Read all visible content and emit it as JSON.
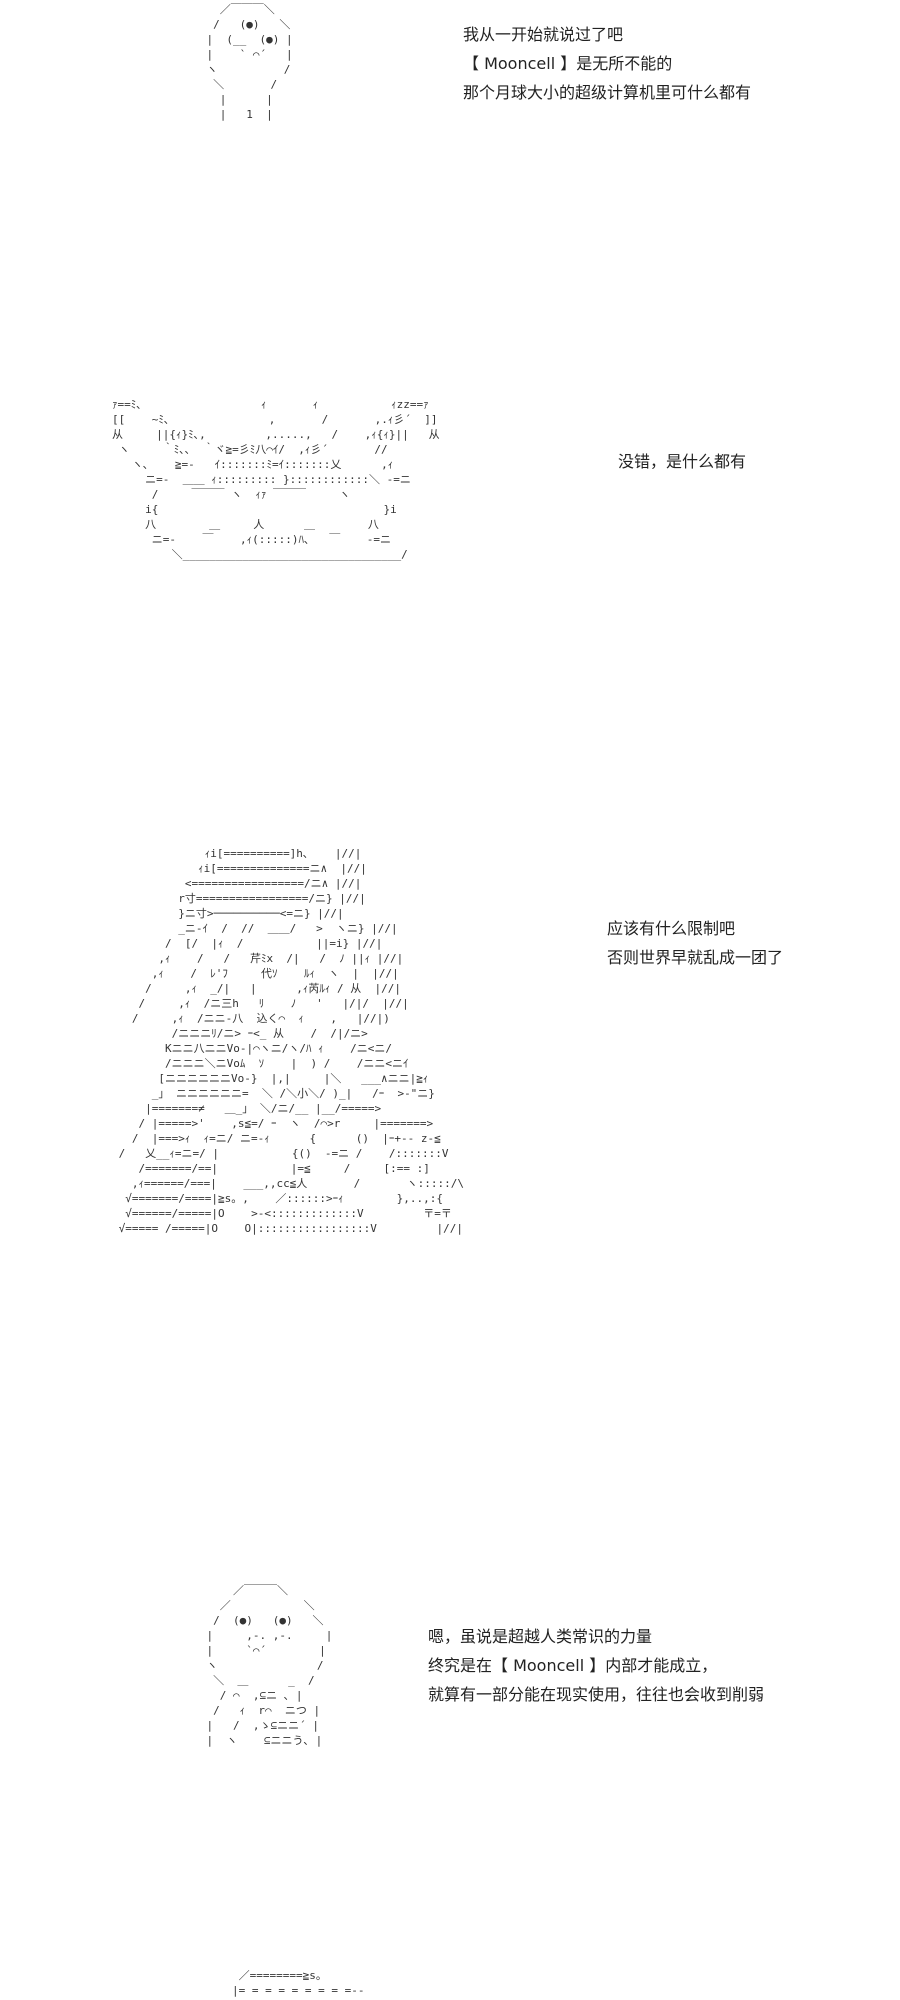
{
  "panels": [
    {
      "lines": [
        "我从一开始就说过了吧",
        "【 Mooncell 】是无所不能的",
        "那个月球大小的超级计算机里可什么都有"
      ]
    },
    {
      "lines": [
        "没错，是什么都有"
      ]
    },
    {
      "lines": [
        "应该有什么限制吧",
        "否则世界早就乱成一团了"
      ]
    },
    {
      "lines": [
        "嗯，虽说是超越人类常识的力量",
        "终究是在【 Mooncell 】内部才能成立，",
        "就算有一部分能在现实使用，往往也会收到削弱"
      ]
    }
  ]
}
